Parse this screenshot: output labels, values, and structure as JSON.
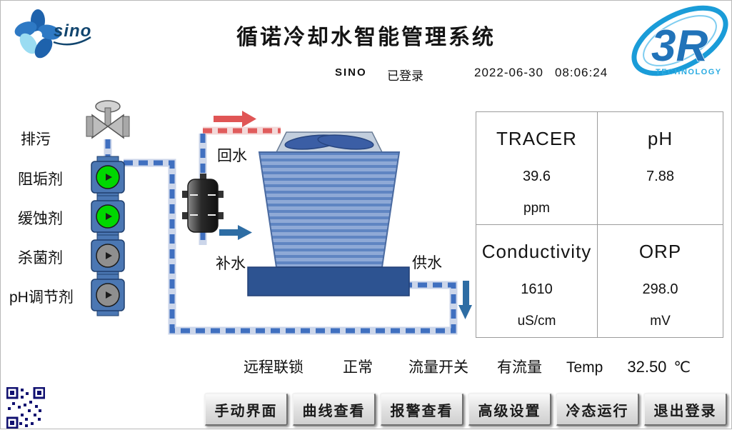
{
  "header": {
    "title": "循诺冷却水智能管理系统",
    "user": "SINO",
    "login_status": "已登录",
    "date": "2022-06-30",
    "time": "08:06:24",
    "sino_logo_text": "sino",
    "r3_logo_text": "3R",
    "r3_logo_subtext": "TECHNOLOGY"
  },
  "diagram": {
    "labels": {
      "blowdown": "排污",
      "scale_inhibitor": "阻垢剂",
      "corrosion_inhibitor": "缓蚀剂",
      "biocide": "杀菌剂",
      "ph_adjuster": "pH调节剂",
      "return_water": "回水",
      "makeup_water": "补水",
      "supply_water": "供水"
    },
    "colors": {
      "pipe_blue": "#4070c0",
      "pipe_red": "#e05c5c",
      "pump_on": "#00d800",
      "pump_off": "#8f8f8f",
      "basin": "#2d5391"
    }
  },
  "measurements": [
    {
      "name": "TRACER",
      "value": "39.6",
      "unit": "ppm"
    },
    {
      "name": "pH",
      "value": "7.88",
      "unit": ""
    },
    {
      "name": "Conductivity",
      "value": "1610",
      "unit": "uS/cm"
    },
    {
      "name": "ORP",
      "value": "298.0",
      "unit": "mV"
    }
  ],
  "status": {
    "interlock_label": "远程联锁",
    "interlock_value": "正常",
    "flow_label": "流量开关",
    "flow_value": "有流量",
    "temp_label": "Temp",
    "temp_value": "32.50",
    "temp_unit": "℃"
  },
  "buttons": [
    "手动界面",
    "曲线查看",
    "报警查看",
    "高级设置",
    "冷态运行",
    "退出登录"
  ]
}
